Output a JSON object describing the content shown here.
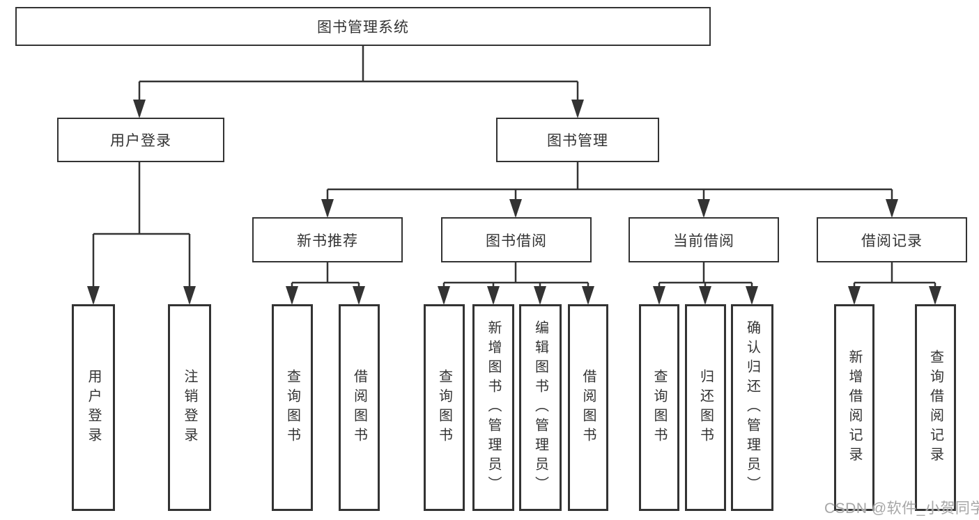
{
  "tree": {
    "label": "图书管理系统",
    "children": [
      {
        "label": "用户登录",
        "children": [
          {
            "label": "用户登录"
          },
          {
            "label": "注销登录"
          }
        ]
      },
      {
        "label": "图书管理",
        "children": [
          {
            "label": "新书推荐",
            "children": [
              {
                "label": "查询图书"
              },
              {
                "label": "借阅图书"
              }
            ]
          },
          {
            "label": "图书借阅",
            "children": [
              {
                "label": "查询图书"
              },
              {
                "label": "新增图书（管理员）"
              },
              {
                "label": "编辑图书（管理员）"
              },
              {
                "label": "借阅图书"
              }
            ]
          },
          {
            "label": "当前借阅",
            "children": [
              {
                "label": "查询图书"
              },
              {
                "label": "归还图书"
              },
              {
                "label": "确认归还（管理员）"
              }
            ]
          },
          {
            "label": "借阅记录",
            "children": [
              {
                "label": "新增借阅记录"
              },
              {
                "label": "查询借阅记录"
              }
            ]
          }
        ]
      }
    ]
  },
  "watermark": {
    "text": "CSDN @软件_小贺同学"
  },
  "colors": {
    "line": "#333333",
    "text": "#333333",
    "watermark": "#a6a6a6",
    "background": "#ffffff"
  }
}
